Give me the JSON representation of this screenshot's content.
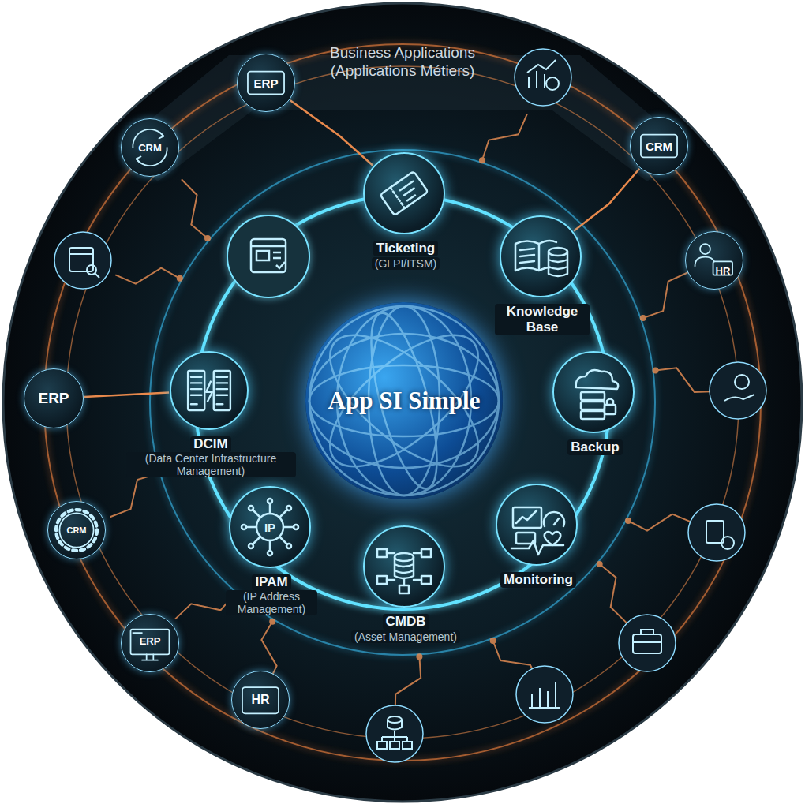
{
  "diagram": {
    "title": "Business Applications (Applications Métiers)",
    "nodes": [
      {
        "text": [
          "App SI Simple"
        ]
      },
      {
        "text": [
          "Ticketing",
          "(GLPI/ITSM)"
        ]
      },
      {
        "text": [
          "Knowledge Base"
        ]
      },
      {
        "text": [
          "Backup"
        ]
      },
      {
        "text": [
          "Monitoring"
        ]
      },
      {
        "text": [
          "CMDB",
          "(Asset Management)"
        ]
      },
      {
        "text": [
          "IPAM",
          "(IP Address Management)"
        ]
      },
      {
        "text": [
          "DCIM",
          "(Data Center Infrastructure Management)"
        ]
      },
      {
        "text": [
          "ERP"
        ]
      },
      {
        "text": [
          "CRM"
        ]
      },
      {
        "text": [
          "HR"
        ]
      },
      {
        "text": [
          "CRM"
        ]
      },
      {
        "text": [
          "ERP"
        ]
      },
      {
        "text": [
          "CRM"
        ]
      },
      {
        "text": [
          "ERP"
        ]
      },
      {
        "text": [
          "HR"
        ]
      }
    ],
    "edges": [
      {
        "from": 8,
        "to": 1,
        "arrow": "none"
      },
      {
        "from": 9,
        "to": 2,
        "arrow": "none"
      },
      {
        "from": 12,
        "to": 7,
        "arrow": "none"
      }
    ],
    "labels": [
      "IP"
    ]
  }
}
